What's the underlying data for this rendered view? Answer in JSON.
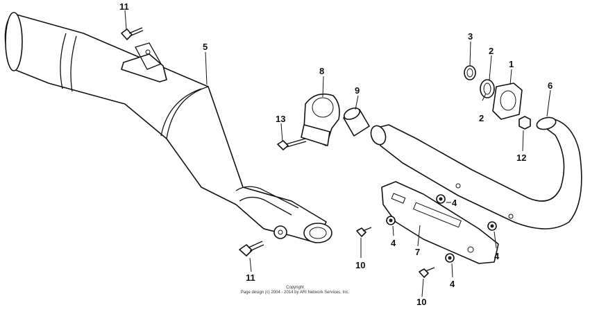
{
  "callouts": {
    "c1": "1",
    "c2a": "2",
    "c2b": "2",
    "c3": "3",
    "c4a": "4",
    "c4b": "4",
    "c4c": "4",
    "c4d": "4",
    "c5": "5",
    "c6": "6",
    "c7": "7",
    "c8": "8",
    "c9": "9",
    "c10a": "10",
    "c10b": "10",
    "c11a": "11",
    "c11b": "11",
    "c12": "12",
    "c13": "13"
  },
  "copyright": {
    "line1": "Copyright",
    "line2": "Page design (c) 2004 - 2014 by ARI Network Services, Inc."
  }
}
